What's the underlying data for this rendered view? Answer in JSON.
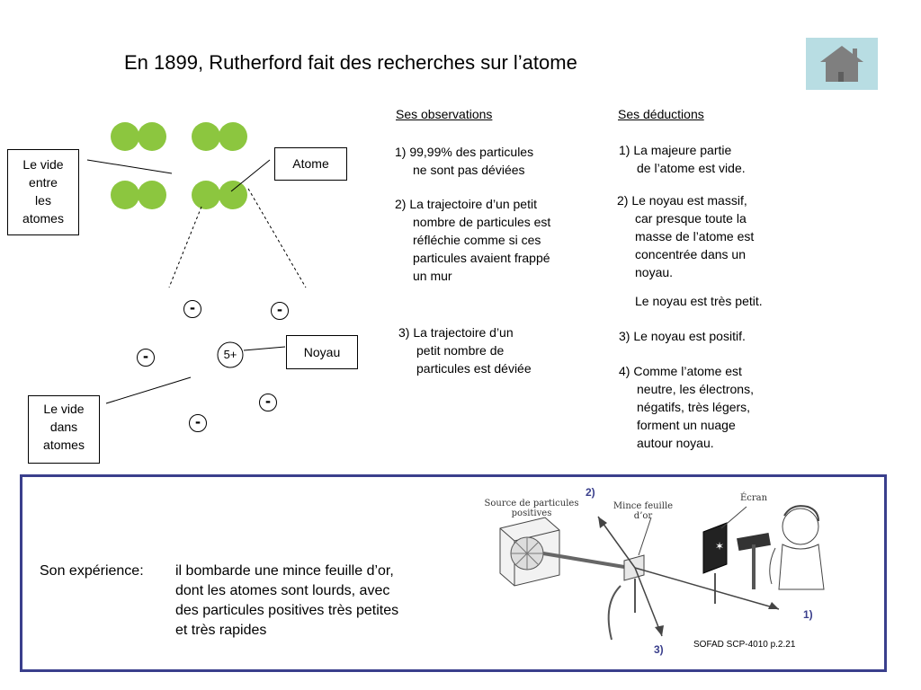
{
  "title": "En 1899, Rutherford fait des recherches sur l’atome",
  "home_icon": "house-icon",
  "labels": {
    "vide_entre": [
      "Le vide",
      "entre",
      "les",
      "atomes"
    ],
    "atome": "Atome",
    "noyau": "Noyau",
    "vide_dans": [
      "Le vide",
      "dans",
      "atomes"
    ],
    "nucleus_charge": "5+",
    "electron": "-"
  },
  "colors": {
    "atom_green": "#8cc63f",
    "home_bg": "#b8dde3",
    "frame_blue": "#3a3f8c"
  },
  "observations": {
    "heading": "Ses observations",
    "items": [
      [
        "1) 99,99% des particules",
        "ne sont pas déviées"
      ],
      [
        "2) La trajectoire d’un  petit",
        "nombre de particules est",
        "réfléchie comme si ces",
        "particules avaient frappé",
        "un mur"
      ],
      [
        "3) La trajectoire d’un",
        "petit nombre de",
        "particules est déviée"
      ]
    ]
  },
  "deductions": {
    "heading": "Ses déductions",
    "items": [
      [
        "1) La majeure partie",
        "de l’atome est vide."
      ],
      [
        "2) Le noyau est massif,",
        "car presque toute la",
        "masse de l’atome est",
        "concentrée dans un",
        "noyau."
      ],
      [
        "Le noyau est très petit."
      ],
      [
        "3) Le noyau est positif."
      ],
      [
        "4) Comme l’atome est",
        "neutre, les électrons,",
        "négatifs, très légers,",
        "forment un nuage",
        "autour noyau."
      ]
    ]
  },
  "experience": {
    "prefix": "Son expérience:",
    "lines": [
      "il bombarde une mince feuille d’or,",
      "dont les atomes sont lourds, avec",
      "des particules positives très petites",
      "et très rapides"
    ],
    "source_label": [
      "Source de particules",
      "positives"
    ],
    "foil_label": [
      "Mince feuille",
      "d’or"
    ],
    "screen_label": "Écran",
    "path_labels": [
      "1)",
      "2)",
      "3)"
    ],
    "reference": "SOFAD SCP-4010 p.2.21"
  }
}
